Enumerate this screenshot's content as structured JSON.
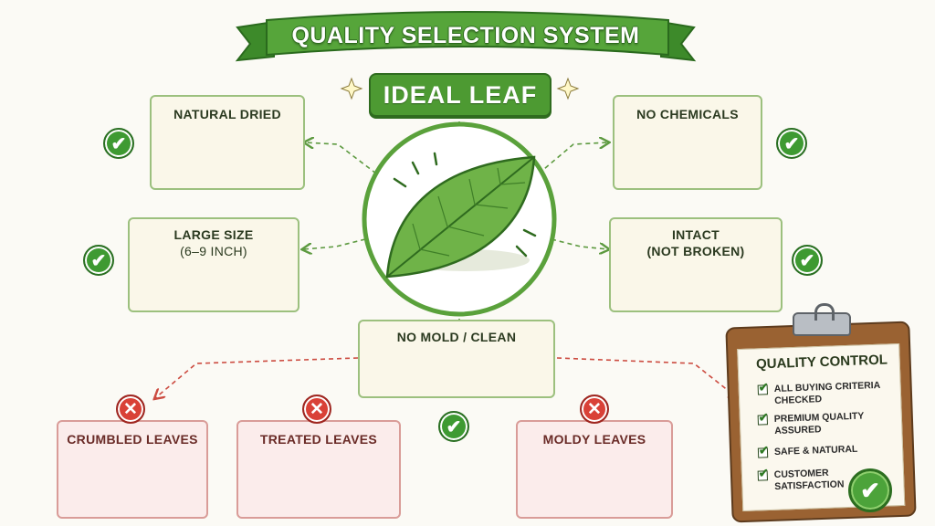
{
  "title": "QUALITY SELECTION SYSTEM",
  "center_label": "IDEAL LEAF",
  "criteria": [
    {
      "id": "natural-dried",
      "label": "NATURAL DRIED",
      "status": "pass"
    },
    {
      "id": "no-chemicals",
      "label": "NO CHEMICALS",
      "status": "pass"
    },
    {
      "id": "large-size",
      "label_line1": "LARGE SIZE",
      "label_line2": "(6–9 INCH)",
      "status": "pass"
    },
    {
      "id": "intact",
      "label_line1": "INTACT",
      "label_line2": "(NOT BROKEN)",
      "status": "pass"
    },
    {
      "id": "no-mold",
      "label": "NO MOLD / CLEAN",
      "status": "pass"
    }
  ],
  "rejects": [
    {
      "id": "crumbled",
      "label": "CRUMBLED LEAVES",
      "status": "fail"
    },
    {
      "id": "treated",
      "label": "TREATED LEAVES",
      "status": "fail"
    },
    {
      "id": "moldy",
      "label": "MOLDY LEAVES",
      "status": "fail"
    }
  ],
  "quality_control": {
    "title": "QUALITY CONTROL",
    "items": [
      {
        "line1": "ALL BUYING CRITERIA",
        "line2": "CHECKED"
      },
      {
        "line1": "PREMIUM QUALITY",
        "line2": "ASSURED"
      },
      {
        "line1": "SAFE & NATURAL",
        "line2": ""
      },
      {
        "line1": "CUSTOMER",
        "line2": "SATISFACTION"
      }
    ]
  },
  "icons": {
    "pass": "check-icon",
    "fail": "cross-icon",
    "sparkle": "sparkle-icon",
    "seal": "approval-seal-icon"
  },
  "colors": {
    "accent_green": "#4d9a32",
    "leaf_green": "#6fb348",
    "pass_green": "#3e9a32",
    "fail_red": "#d94137",
    "card_border_green": "#9cc07e",
    "card_border_red": "#d99c98",
    "dried_leaf": "#c59a63",
    "clipboard_brown": "#9a6232"
  }
}
